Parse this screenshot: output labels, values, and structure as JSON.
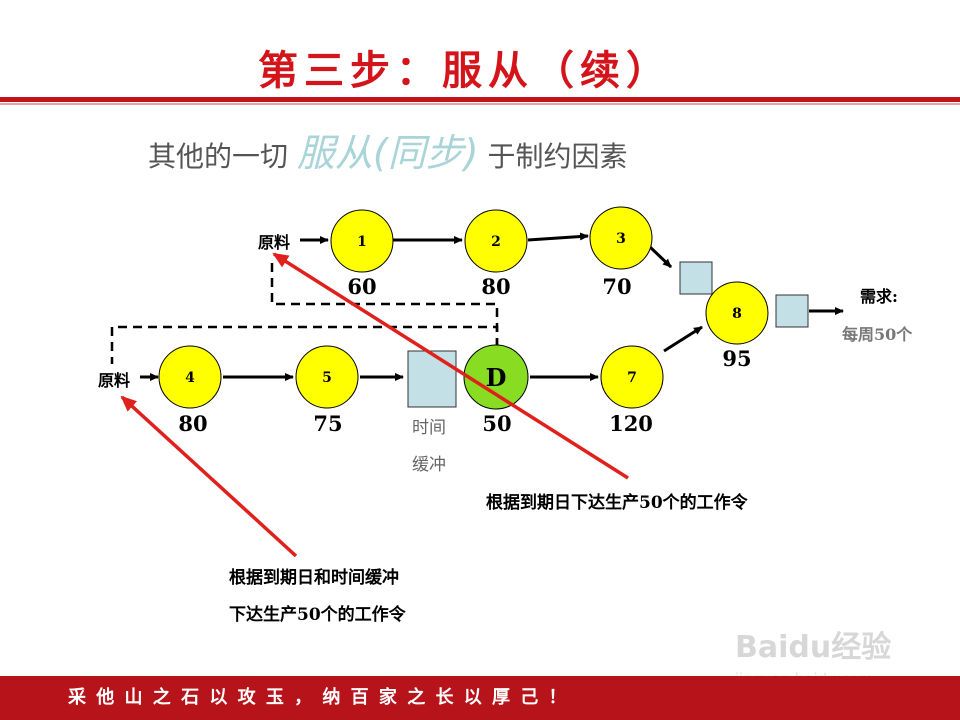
{
  "header": {
    "title": "第三步：服从（续）",
    "subtitle_pre": "其他的一切 ",
    "subtitle_em": "服从(同步)",
    "subtitle_post": " 于制约因素"
  },
  "diagram": {
    "raw_material_top": "原料",
    "raw_material_bottom": "原料",
    "nodes": [
      {
        "label": "1",
        "capacity": "60",
        "color": "#ffff00"
      },
      {
        "label": "2",
        "capacity": "80",
        "color": "#ffff00"
      },
      {
        "label": "3",
        "capacity": "70",
        "color": "#ffff00"
      },
      {
        "label": "4",
        "capacity": "80",
        "color": "#ffff00"
      },
      {
        "label": "5",
        "capacity": "75",
        "color": "#ffff00"
      },
      {
        "label": "D",
        "capacity": "50",
        "color": "#88dd22"
      },
      {
        "label": "7",
        "capacity": "120",
        "color": "#ffff00"
      },
      {
        "label": "8",
        "capacity": "95",
        "color": "#ffff00"
      }
    ],
    "time_buffer_line1": "时间",
    "time_buffer_line2": "缓冲",
    "demand_label": "需求:",
    "demand_value": "每周50个",
    "note_right": "根据到期日下达生产50个的工作令",
    "note_left_line1": "根据到期日和时间缓冲",
    "note_left_line2": "下达生产50个的工作令",
    "colors": {
      "node_fill": "#ffff00",
      "bottleneck_fill": "#88dd22",
      "buffer_fill": "#c2e0e6",
      "red_arrow": "#e0201b"
    }
  },
  "footer": {
    "motto": "采 他 山 之 石 以 攻 玉 ， 纳 百 家 之 长 以 厚 己 ！"
  },
  "watermark": {
    "logo_text": "Baidu经验",
    "url": "jingyan.baidu.com"
  }
}
